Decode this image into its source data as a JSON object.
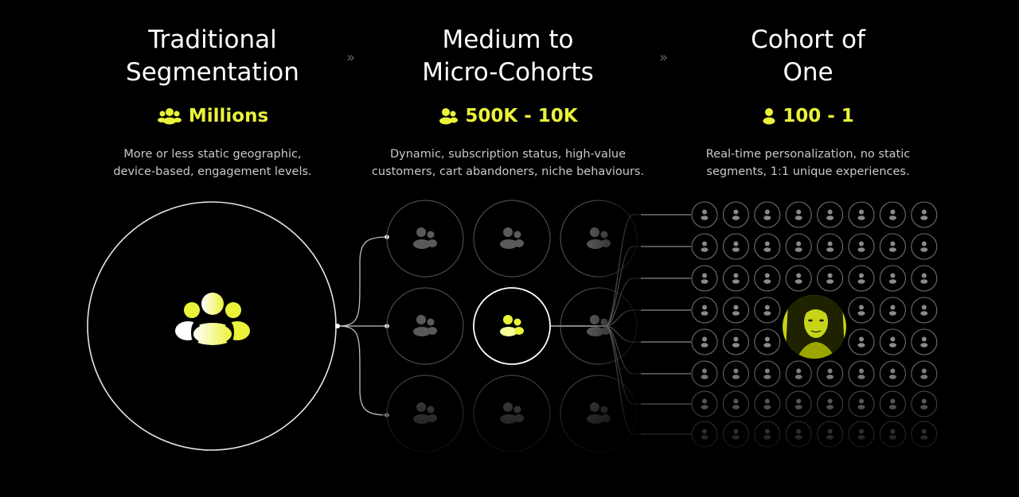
{
  "columns": [
    {
      "title": "Traditional\nSegmentation",
      "count": "Millions",
      "count_icon": "people-group-icon",
      "description": "More or less static geographic,\ndevice-based, engagement levels."
    },
    {
      "title": "Medium to\nMicro-Cohorts",
      "count": "500K - 10K",
      "count_icon": "people-pair-icon",
      "description": "Dynamic, subscription status, high-value\ncustomers, cart abandoners, niche behaviours."
    },
    {
      "title": "Cohort of\nOne",
      "count": "100 - 1",
      "count_icon": "person-icon",
      "description": "Real-time personalization, no static\nsegments, 1:1 unique experiences."
    }
  ],
  "separators": [
    "»",
    "»"
  ],
  "colors": {
    "accent": "#eaf33a",
    "background": "#000000",
    "line": "#bfbfbf",
    "muted_circle": "#3a3a3a"
  },
  "diagram": {
    "micro_cohort_grid": {
      "rows": 3,
      "cols": 3,
      "highlighted": "row-2-col-2"
    },
    "individual_grid": {
      "rows": 8,
      "cols": 8,
      "highlighted": "portrait-row-4-col-4"
    }
  }
}
